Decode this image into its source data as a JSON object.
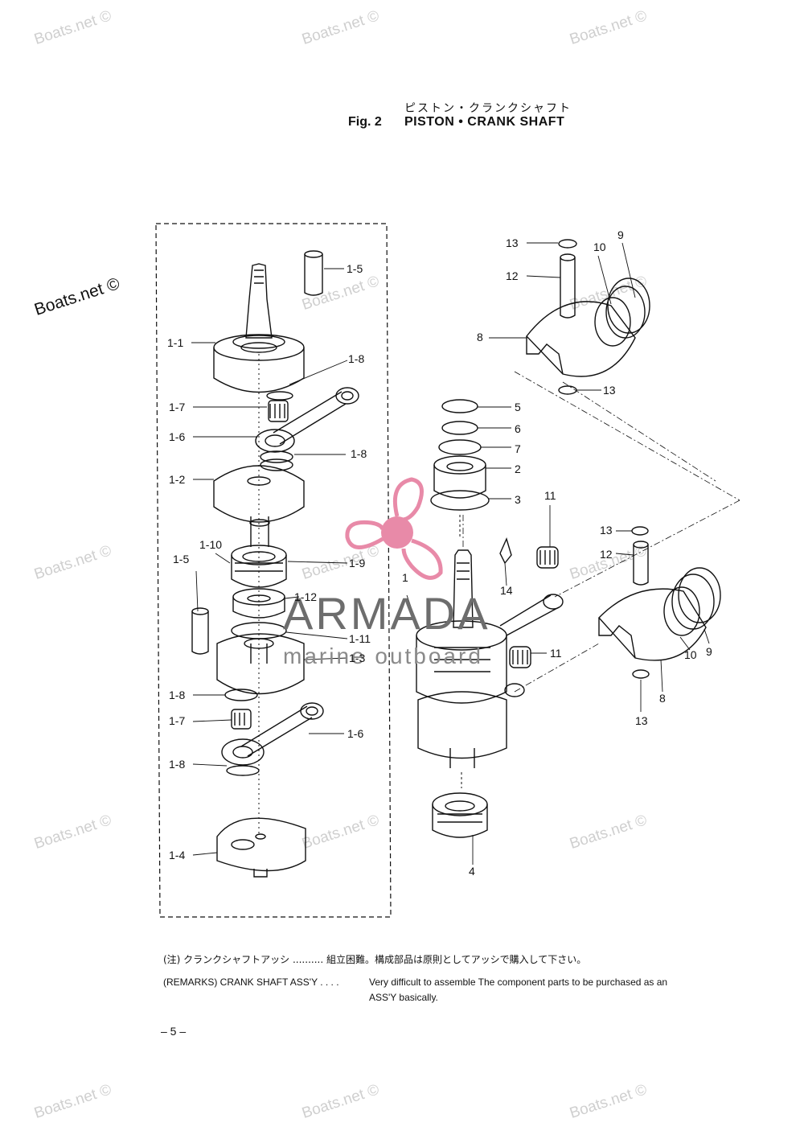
{
  "header": {
    "title_jp": "ピストン・クランクシャフト",
    "fig_number": "Fig. 2",
    "title_en": "PISTON • CRANK SHAFT"
  },
  "watermarks": {
    "site": "Boats.net ©"
  },
  "logo": {
    "name": "ARMADA",
    "tagline": "marine outboard"
  },
  "part_labels": {
    "p1_5a": "1-5",
    "p1_1": "1-1",
    "p1_8a": "1-8",
    "p1_7a": "1-7",
    "p1_6a": "1-6",
    "p1_8b": "1-8",
    "p1_2": "1-2",
    "p1_10": "1-10",
    "p1_5b": "1-5",
    "p1_9": "1-9",
    "p1_12": "1-12",
    "p1_11": "1-11",
    "p1_3": "1-3",
    "p1_8c": "1-8",
    "p1_7b": "1-7",
    "p1_6b": "1-6",
    "p1_8d": "1-8",
    "p1_4": "1-4",
    "p13a": "13",
    "p12a": "12",
    "p10a": "10",
    "p9a": "9",
    "p8a": "8",
    "p13b": "13",
    "p5": "5",
    "p6": "6",
    "p7": "7",
    "p2": "2",
    "p3": "3",
    "p11a": "11",
    "p1": "1",
    "p14": "14",
    "p13c": "13",
    "p12b": "12",
    "p11b": "11",
    "p10b": "10",
    "p9b": "9",
    "p8b": "8",
    "p13d": "13",
    "p4": "4"
  },
  "remarks": {
    "jp_line": "(注) クランクシャフトアッシ .......... 組立困難。構成部品は原則としてアッシで購入して下さい。",
    "en_label": "(REMARKS) CRANK SHAFT ASS'Y . . . .",
    "en_text_1": "Very difficult to assemble  The component parts to be purchased as an",
    "en_text_2": "ASS'Y basically."
  },
  "page_number": "– 5 –",
  "colors": {
    "line": "#111111",
    "watermark": "#cfcfcf",
    "logo_pink": "#e88aa8",
    "logo_text": "#6d6d6d"
  }
}
